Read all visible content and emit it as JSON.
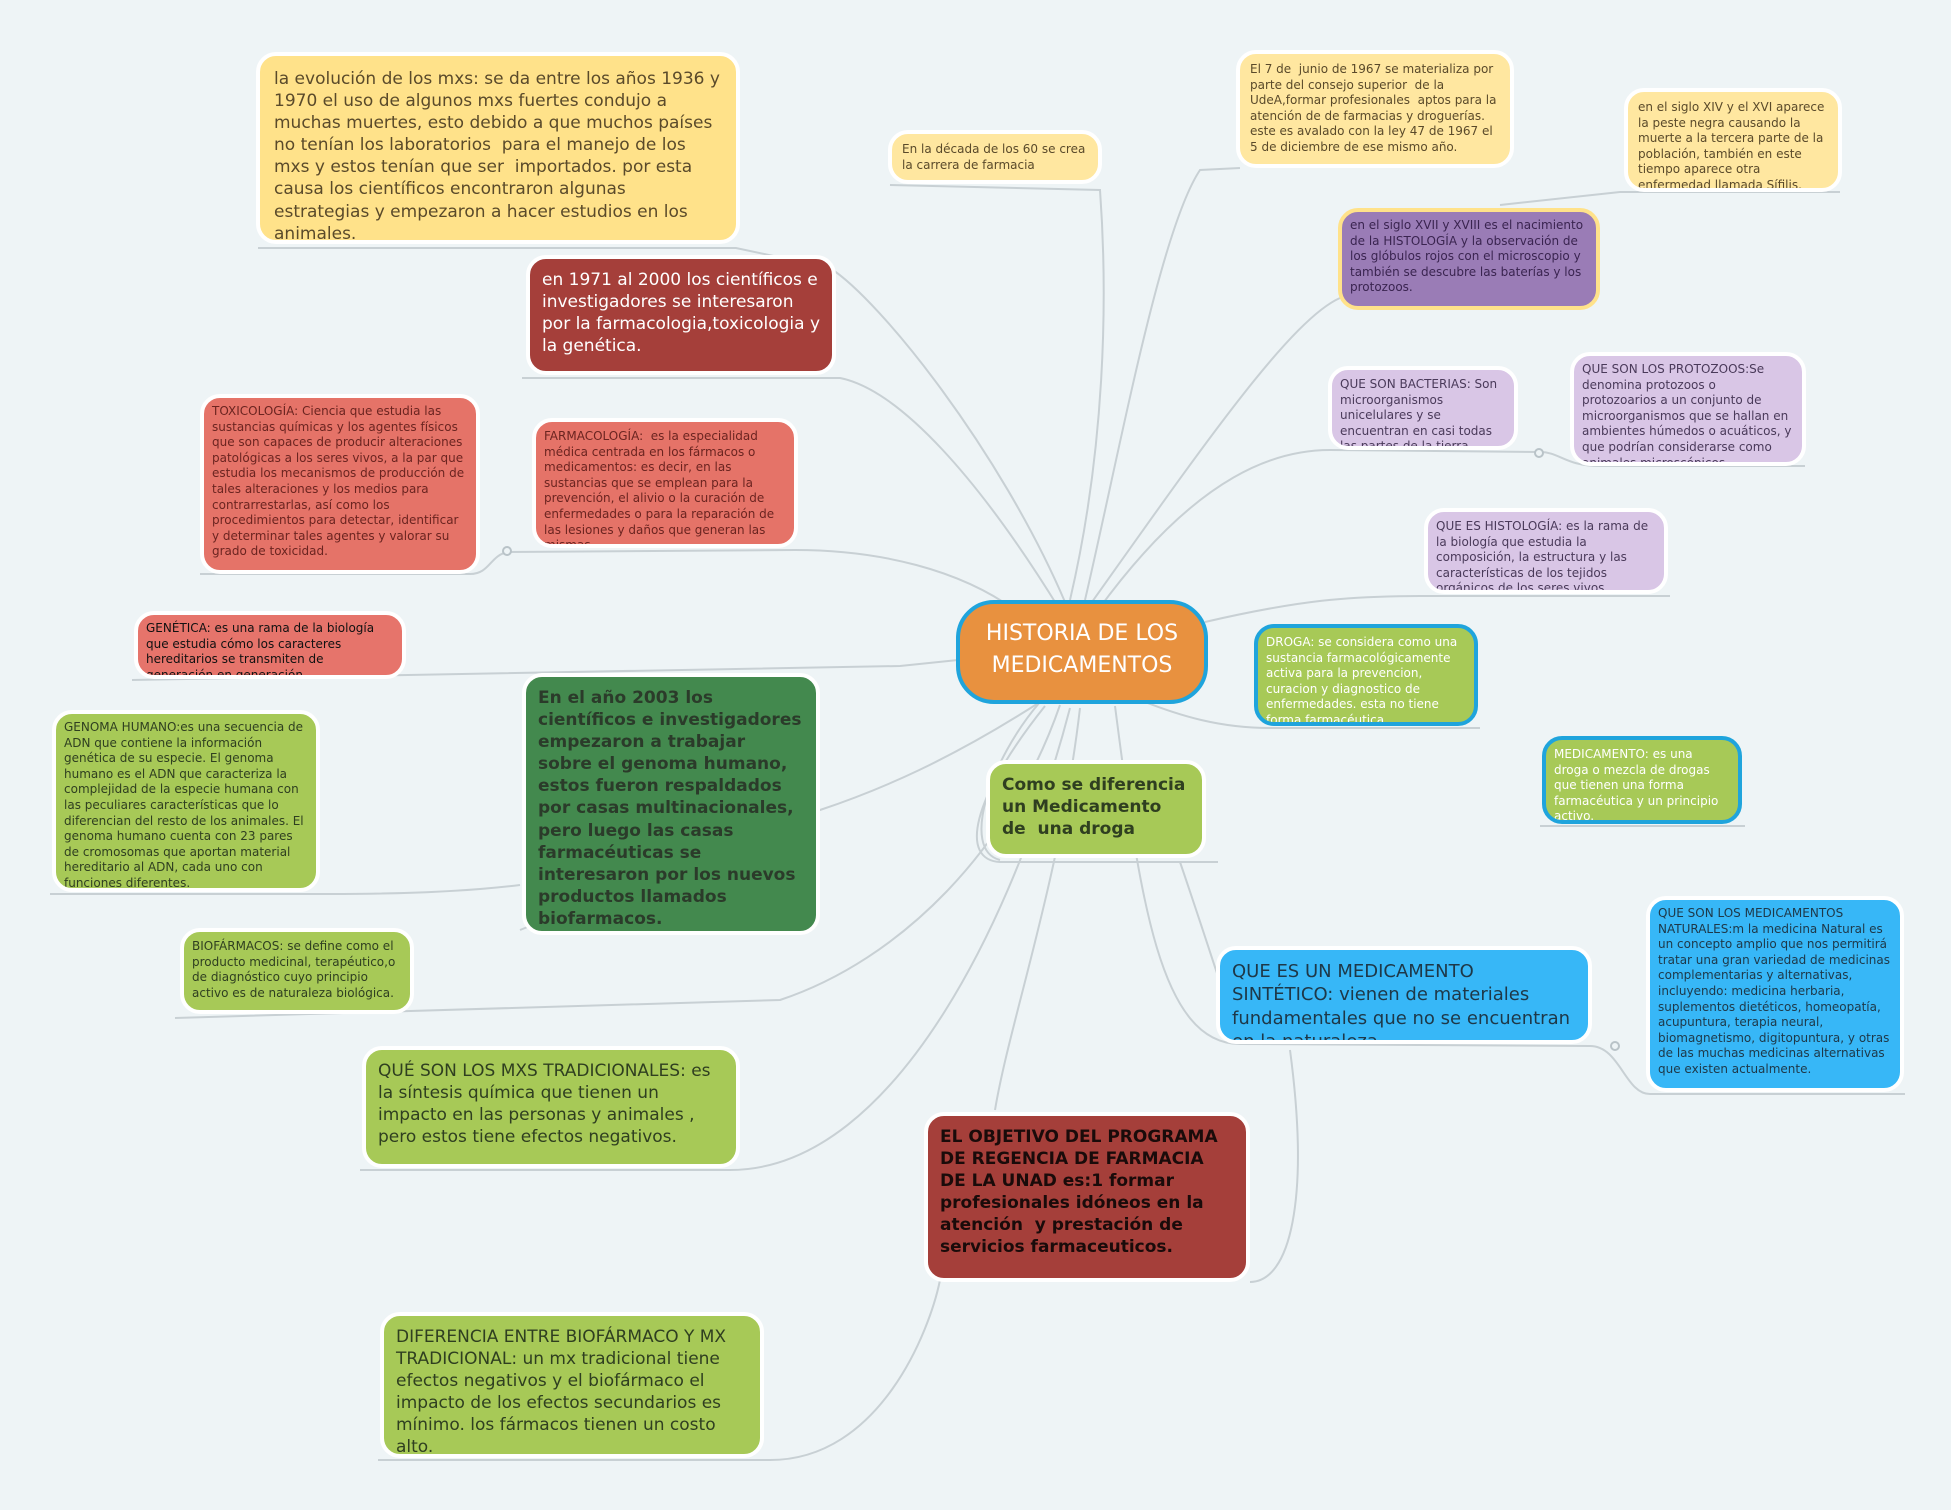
{
  "center": {
    "text": "HISTORIA DE LOS MEDICAMENTOS"
  },
  "nodes": {
    "evolucion": "la evolución de los mxs: se da entre los años 1936 y 1970 el uso de algunos mxs fuertes condujo a muchas muertes, esto debido a que muchos países no tenían los laboratorios  para el manejo de los mxs y estos tenían que ser  importados. por esta causa los científicos encontraron algunas estrategias y empezaron a hacer estudios en los animales.",
    "decada60": "En la década de los 60 se crea la carrera de farmacia",
    "junio1967": "El 7 de  junio de 1967 se materializa por parte del consejo superior  de la UdeA,formar profesionales  aptos para la atención de de farmacias y droguerías. este es avalado con la ley 47 de 1967 el 5 de diciembre de ese mismo año.",
    "sigloXIV": "en el siglo XIV y el XVI aparece la peste negra causando la muerte a la tercera parte de la población, también en este tiempo aparece otra enfermedad llamada Sífilis.",
    "sigloXVII": "en el siglo XVII y XVIII es el nacimiento de la HISTOLOGÍA y la observación de los glóbulos rojos con el microscopio y también se descubre las baterías y los protozoos.",
    "anos1971": "en 1971 al 2000 los científicos e investigadores se interesaron por la farmacologia,toxicologia y la genética.",
    "toxicologia": "TOXICOLOGÍA: Ciencia que estudia las sustancias químicas y los agentes físicos que son capaces de producir alteraciones patológicas a los seres vivos, a la par que estudia los mecanismos de producción de tales alteraciones y los medios para contrarrestarlas, así como los procedimientos para detectar, identificar y determinar tales agentes y valorar su grado de toxicidad.",
    "farmacologia": "FARMACOLOGÍA:  es la especialidad médica centrada en los fármacos o medicamentos: es decir, en las sustancias que se emplean para la prevención, el alivio o la curación de enfermedades o para la reparación de las lesiones y daños que generan las mismas.",
    "bacterias": "QUE SON BACTERIAS: Son microorganismos unicelulares y se encuentran en casi todas las partes de la tierra.",
    "protozoos": "QUE SON LOS PROTOZOOS:Se denomina protozoos o protozoarios a un conjunto de microorganismos que se hallan en ambientes húmedos o acuáticos, y que podrían considerarse como animales microscópicos",
    "histologia": "QUE ES HISTOLOGÍA: es la rama de la biología que estudia la composición, la estructura y las características de los tejidos orgánicos de los seres vivos",
    "genetica": "GENÉTICA: es una rama de la biología que estudia cómo los caracteres hereditarios se transmiten de generación en generación.",
    "droga": "DROGA: se considera como una sustancia farmacológicamente activa para la prevencion, curacion y diagnostico de enfermedades. esta no tiene forma farmacéutica.",
    "medicamento": "MEDICAMENTO: es una droga o mezcla de drogas que tienen una forma farmacéutica y un principio activo.",
    "anio2003": "En el año 2003 los científicos e investigadores empezaron a trabajar sobre el genoma humano, estos fueron respaldados por casas multinacionales, pero luego las casas farmacéuticas se interesaron por los nuevos productos llamados biofarmacos.",
    "genoma": "GENOMA HUMANO:es una secuencia de ADN que contiene la información genética de su especie. El genoma humano es el ADN que caracteriza la complejidad de la especie humana con las peculiares características que lo diferencian del resto de los animales. El genoma humano cuenta con 23 pares de cromosomas que aportan material hereditario al ADN, cada uno con funciones diferentes.",
    "diferencia": "Como se diferencia un Medicamento de  una droga",
    "sintetico": "QUE ES UN MEDICAMENTO SINTÉTICO: vienen de materiales fundamentales que no se encuentran en la naturaleza.",
    "naturales": "QUE SON LOS MEDICAMENTOS NATURALES:m la medicina Natural es un concepto amplio que nos permitirá tratar una gran variedad de medicinas complementarias y alternativas, incluyendo: medicina herbaria, suplementos dietéticos, homeopatía, acupuntura, terapia neural, biomagnetismo, digitopuntura, y otras de las muchas medicinas alternativas que existen actualmente.",
    "biofarmacos": "BIOFÁRMACOS: se define como el producto medicinal, terapéutico,o de diagnóstico cuyo principio activo es de naturaleza biológica.",
    "tradicionales": "QUÉ SON LOS MXS TRADICIONALES: es la síntesis química que tienen un impacto en las personas y animales , pero estos tiene efectos negativos.",
    "objetivo": "EL OBJETIVO DEL PROGRAMA DE REGENCIA DE FARMACIA DE LA UNAD es:1 formar  profesionales idóneos en la  atención  y prestación de servicios farmaceuticos.",
    "biovstrad": "DIFERENCIA ENTRE BIOFÁRMACO Y MX TRADICIONAL: un mx tradicional tiene efectos negativos y el biofármaco el impacto de los efectos secundarios es mínimo. los fármacos tienen un costo alto."
  },
  "colors": {
    "background": "#eef4f6",
    "connector": "#c8d0d4",
    "center_fill": "#e8913f",
    "center_border": "#1fa4dc"
  }
}
